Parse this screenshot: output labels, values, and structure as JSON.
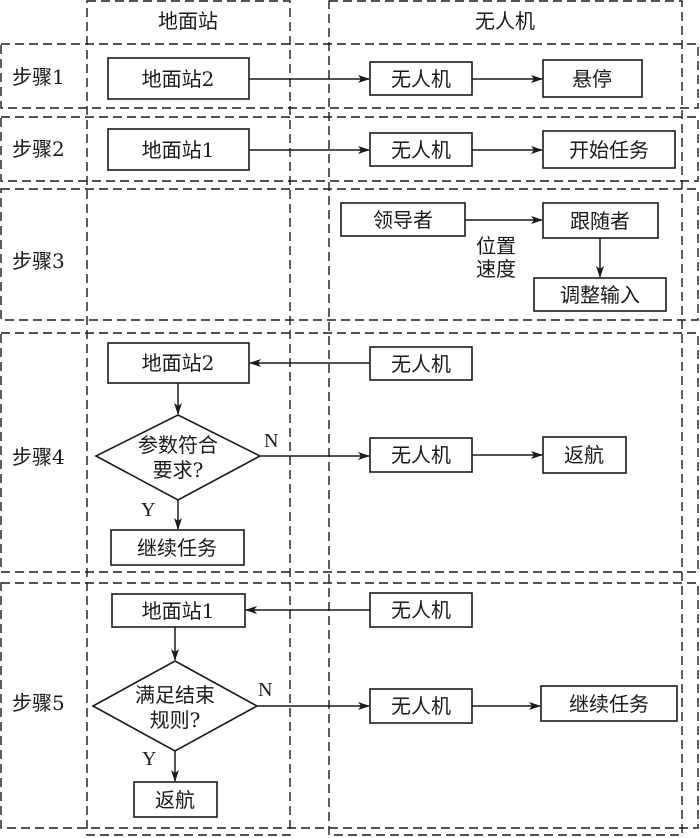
{
  "columns": {
    "ground_station": "地面站",
    "uav": "无人机"
  },
  "steps": [
    {
      "label": "步骤1",
      "nodes": {
        "ground": "地面站2",
        "uav": "无人机",
        "result": "悬停"
      }
    },
    {
      "label": "步骤2",
      "nodes": {
        "ground": "地面站1",
        "uav": "无人机",
        "result": "开始任务"
      }
    },
    {
      "label": "步骤3",
      "nodes": {
        "leader": "领导者",
        "follower": "跟随者",
        "adjust": "调整输入"
      },
      "edge_label_line1": "位置",
      "edge_label_line2": "速度"
    },
    {
      "label": "步骤4",
      "nodes": {
        "ground": "地面站2",
        "uav_source": "无人机",
        "decision_line1": "参数符合",
        "decision_line2": "要求?",
        "yes_target": "继续任务",
        "uav_no": "无人机",
        "no_result": "返航"
      },
      "yes": "Y",
      "no": "N"
    },
    {
      "label": "步骤5",
      "nodes": {
        "ground": "地面站1",
        "uav_source": "无人机",
        "decision_line1": "满足结束",
        "decision_line2": "规则?",
        "yes_target": "返航",
        "uav_no": "无人机",
        "no_result": "继续任务"
      },
      "yes": "Y",
      "no": "N"
    }
  ]
}
